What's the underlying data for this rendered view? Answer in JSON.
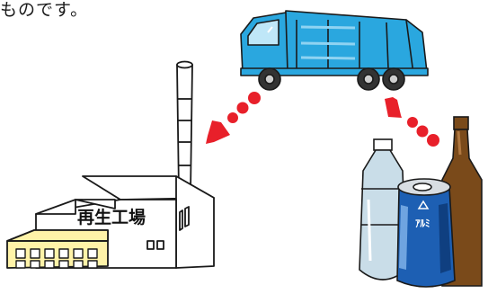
{
  "caption": "ものです。",
  "factory": {
    "sign_label": "再生工場"
  },
  "can": {
    "label": "ア\nﾙﾐ"
  },
  "colors": {
    "truck_blue": "#2aa7df",
    "truck_light": "#8fd3f2",
    "arrow_red": "#e8202a",
    "factory_wall": "#ffffff",
    "factory_window_yellow": "#fff3a8",
    "can_blue": "#1d5fb3",
    "bottle_brown": "#7a4a1a",
    "pet_bottle": "#c9dde8"
  }
}
